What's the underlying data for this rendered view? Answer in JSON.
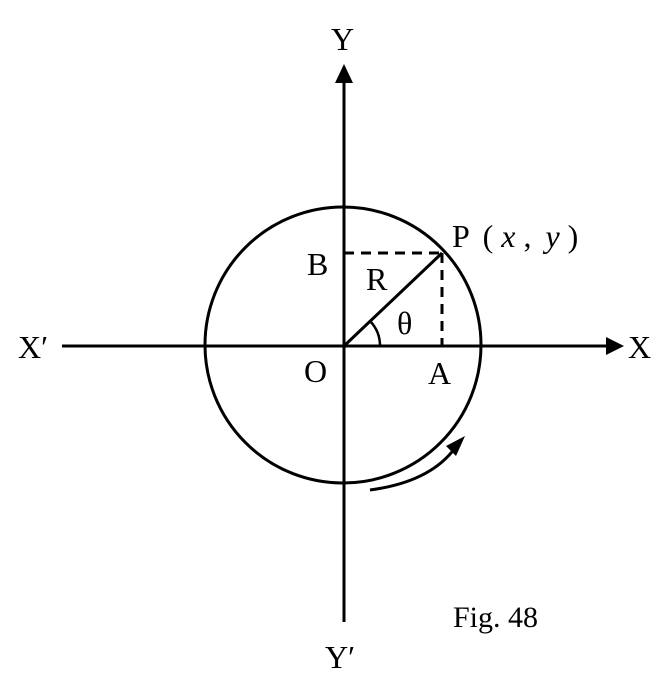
{
  "figure": {
    "caption": "Fig. 48",
    "labels": {
      "y_axis_positive": "Y",
      "y_axis_negative": "Y′",
      "x_axis_positive": "X",
      "x_axis_negative": "X′",
      "origin": "O",
      "point_p": "P",
      "point_p_open": "(",
      "point_p_x": "x",
      "point_p_comma": ",",
      "point_p_y": "y",
      "point_p_close": ")",
      "point_a": "A",
      "point_b": "B",
      "radius": "R",
      "angle": "θ"
    }
  }
}
